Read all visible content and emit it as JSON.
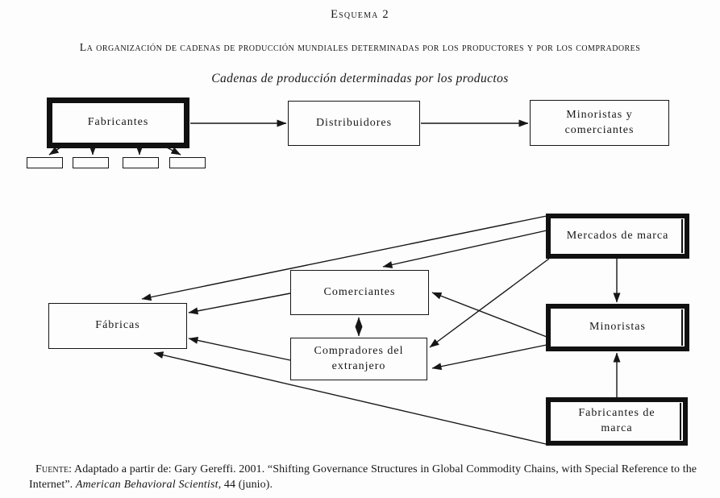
{
  "header": {
    "title": "Esquema 2",
    "heading": "La organización de cadenas de producción mundiales determinadas por los productores y por los compradores",
    "caption": "Cadenas de producción determinadas por los productos"
  },
  "producer_chain": {
    "nodes": {
      "fabricantes": "Fabricantes",
      "distribuidores": "Distribuidores",
      "minoristas_comerciantes": "Minoristas y\ncomerciantes"
    },
    "subsidiary_box_count": 4,
    "edges": [
      {
        "from": "fabricantes",
        "to": "distribuidores"
      },
      {
        "from": "distribuidores",
        "to": "minoristas_comerciantes"
      },
      {
        "from": "fabricantes",
        "to": "subsidiary-1"
      },
      {
        "from": "fabricantes",
        "to": "subsidiary-2"
      },
      {
        "from": "fabricantes",
        "to": "subsidiary-3"
      },
      {
        "from": "fabricantes",
        "to": "subsidiary-4"
      }
    ]
  },
  "buyer_chain": {
    "nodes": {
      "fabricas": "Fábricas",
      "comerciantes": "Comerciantes",
      "compradores": "Compradores del\nextranjero",
      "mercados": "Mercados de marca",
      "minoristas": "Minoristas",
      "fabricantes_marca": "Fabricantes  de\nmarca"
    },
    "edges": [
      {
        "from": "mercados",
        "to": "fabricas"
      },
      {
        "from": "mercados",
        "to": "comerciantes"
      },
      {
        "from": "mercados",
        "to": "compradores"
      },
      {
        "from": "mercados",
        "to": "minoristas"
      },
      {
        "from": "minoristas",
        "to": "comerciantes"
      },
      {
        "from": "minoristas",
        "to": "compradores"
      },
      {
        "from": "comerciantes",
        "to": "fabricas"
      },
      {
        "from": "compradores",
        "to": "fabricas"
      },
      {
        "from": "fabricantes_marca",
        "to": "minoristas"
      },
      {
        "from": "fabricantes_marca",
        "to": "fabricas"
      },
      {
        "from": "comerciantes",
        "to": "compradores",
        "bidirectional": true
      }
    ]
  },
  "source": {
    "label": "Fuente:",
    "text": " Adaptado a partir  de: Gary Gereffi. 2001. “Shifting Governance Structures in Global Commodity Chains, with Special Reference to the Internet”. ",
    "journal": "American Behavioral  Scientist",
    "suffix": ", 44 (junio)."
  },
  "colors": {
    "ink": "#161616",
    "heavy_border": "#111111",
    "background": "#fdfdfd"
  }
}
